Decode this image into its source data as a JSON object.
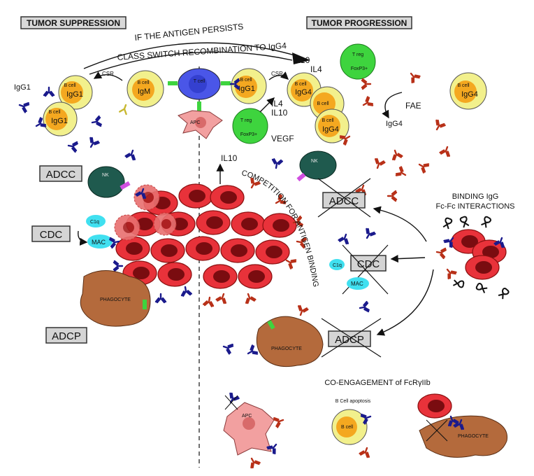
{
  "headers": {
    "left": "TUMOR SUPPRESSION",
    "right": "TUMOR PROGRESSION"
  },
  "arc_labels": {
    "top": "IF THE ANTIGEN PERSISTS",
    "bottom": "CLASS SWITCH RECOMBINATION TO IgG4"
  },
  "cells": {
    "b_cell": "B cell",
    "t_cell": "T cell",
    "t_reg": "T reg",
    "foxp3": "FoxP3+",
    "apc": "APC",
    "nk": "NK",
    "c1q": "C1q",
    "mac": "MAC",
    "phagocyte": "PHAGOCYTE"
  },
  "antibodies": {
    "igg1": "IgG1",
    "igm": "IgM",
    "igg4": "IgG4"
  },
  "labels": {
    "csr": "CSR",
    "il10": "IL10",
    "il4": "IL4",
    "vegf": "VEGF",
    "fae": "FAE",
    "competition": "COMPETITION FOR ANTIGEN BINDING",
    "binding_igg": "BINDING IgG",
    "fcfc": "Fc-Fc INTERACTIONS",
    "coengagement": "CO-ENGAGEMENT of FcRγIIb",
    "b_cell_apoptosis": "B Cell apoptosis"
  },
  "mechanisms": {
    "adcc": "ADCC",
    "cdc": "CDC",
    "adcp": "ADCP"
  },
  "colors": {
    "tumor": "#e8323a",
    "b_cell": "#f2f08c",
    "b_nucleus": "#f4a820",
    "t_cell": "#4a56e8",
    "t_reg": "#3ed43e",
    "nk": "#1f5a4e",
    "complement": "#40e0f0",
    "phagocyte": "#b46a3c",
    "apc": "#f2a0a0",
    "igg1": "#1a1a8c",
    "igg4": "#b83018",
    "igm": "#c8b830"
  }
}
